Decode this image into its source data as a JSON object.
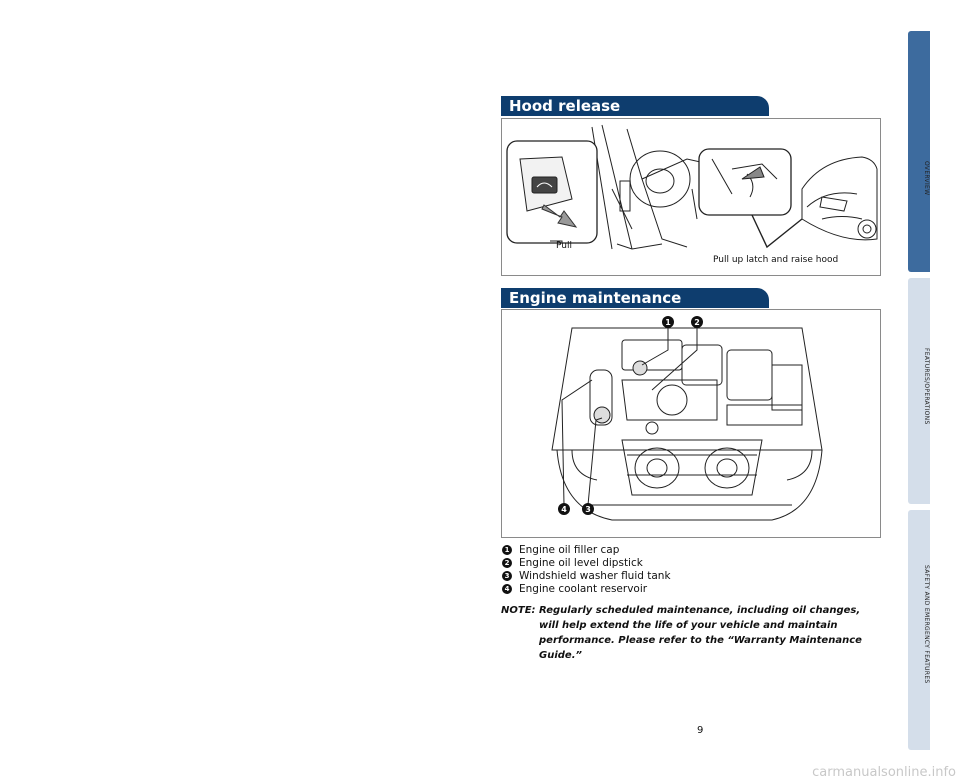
{
  "sections": {
    "hood": {
      "title": "Hood release",
      "pull_label": "Pull",
      "latch_label": "Pull up latch and raise hood"
    },
    "engine": {
      "title": "Engine maintenance",
      "callouts": [
        "1",
        "2",
        "3",
        "4"
      ]
    }
  },
  "legend": [
    {
      "num": "1",
      "text": "Engine oil filler cap"
    },
    {
      "num": "2",
      "text": "Engine oil level dipstick"
    },
    {
      "num": "3",
      "text": "Windshield washer fluid tank"
    },
    {
      "num": "4",
      "text": "Engine coolant reservoir"
    }
  ],
  "note": {
    "prefix": "NOTE:",
    "text": "Regularly scheduled maintenance, including oil changes, will help extend the life of your vehicle and maintain performance. Please refer to the “Warranty Maintenance Guide.”"
  },
  "page_number": "9",
  "side_tabs": [
    {
      "label": "OVERVIEW",
      "active": true
    },
    {
      "label": "FEATURES/OPERATIONS",
      "active": false
    },
    {
      "label": "SAFETY AND EMERGENCY FEATURES",
      "active": false
    }
  ],
  "watermark": "carmanualsonline.info"
}
